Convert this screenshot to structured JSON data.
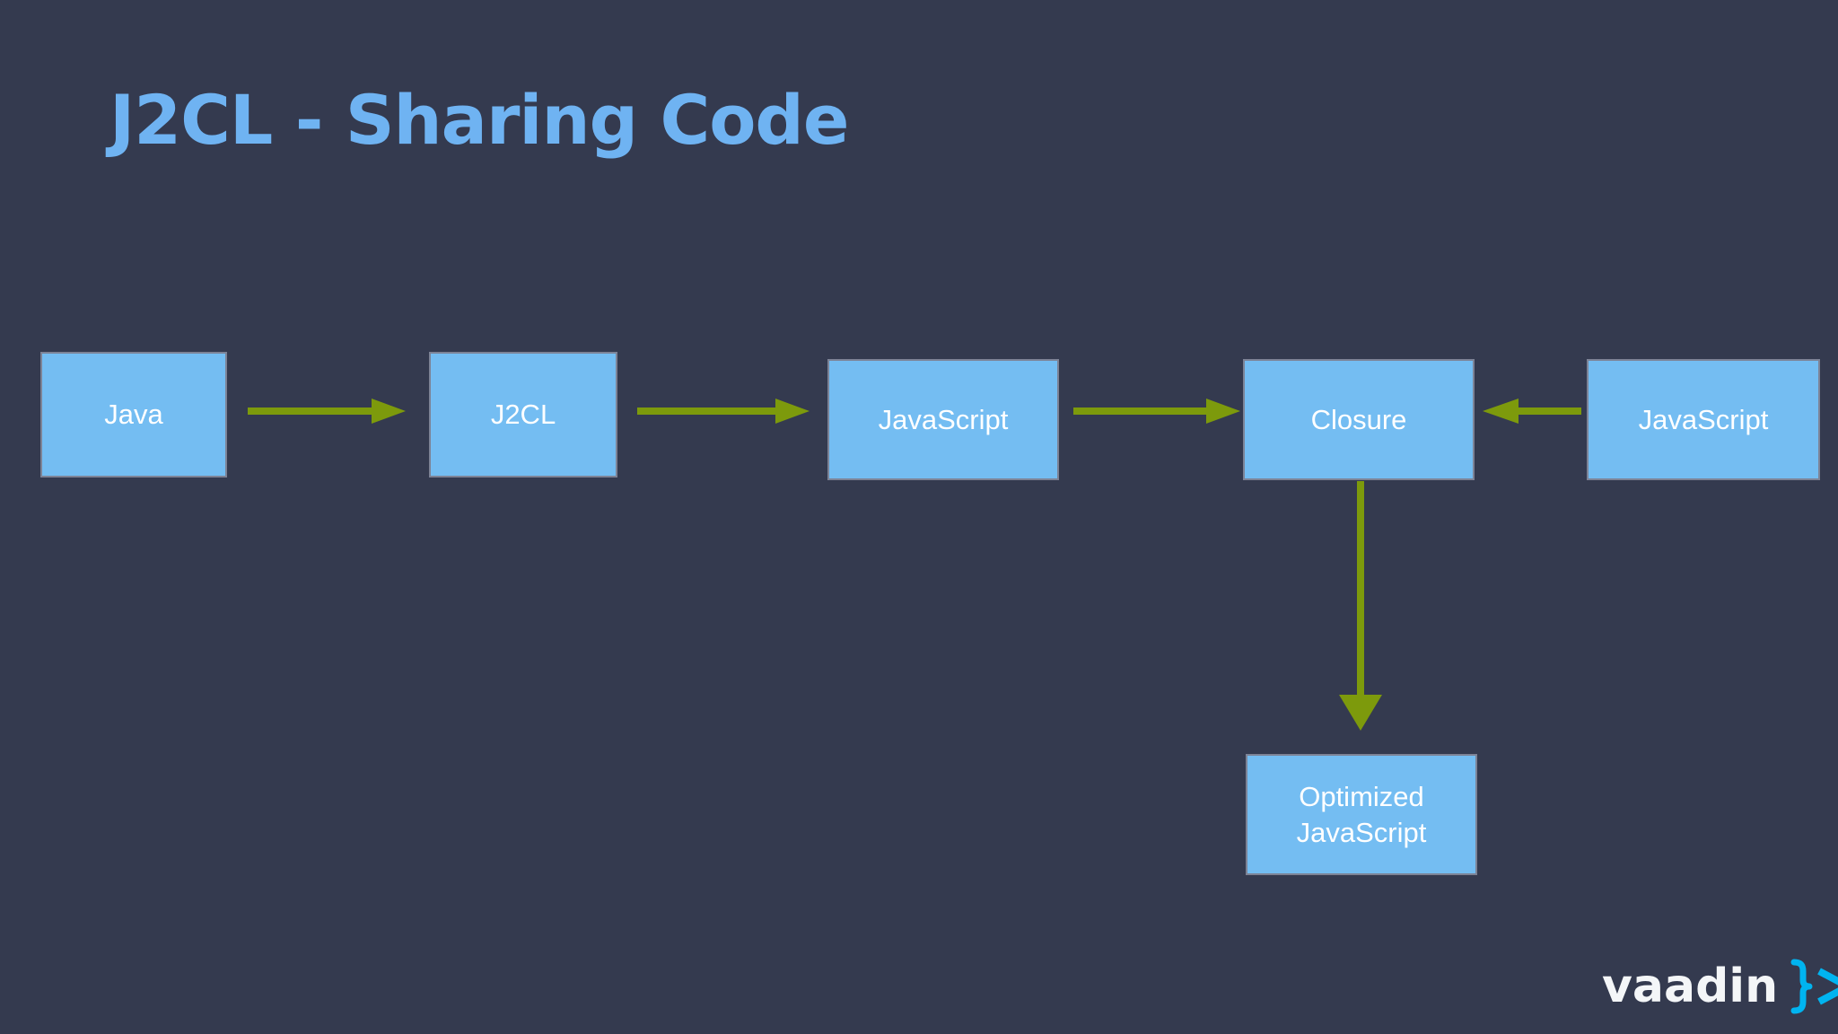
{
  "slide": {
    "title": "J2CL - Sharing Code",
    "background_color": "#343a4f",
    "title_color": "#6fb3f2"
  },
  "diagram": {
    "box_fill_color": "#74bdf2",
    "box_border_color": "#7d8396",
    "box_text_color": "#ffffff",
    "arrow_color": "#7d9a0c",
    "nodes": [
      {
        "id": "java",
        "label": "Java"
      },
      {
        "id": "j2cl",
        "label": "J2CL"
      },
      {
        "id": "javascript",
        "label": "JavaScript"
      },
      {
        "id": "closure",
        "label": "Closure"
      },
      {
        "id": "javascript_right",
        "label": "JavaScript"
      },
      {
        "id": "optimized",
        "label": "Optimized\nJavaScript"
      }
    ],
    "edges": [
      {
        "id": "java-j2cl",
        "from": "Java",
        "to": "J2CL",
        "direction": "right"
      },
      {
        "id": "j2cl-js",
        "from": "J2CL",
        "to": "JavaScript",
        "direction": "right"
      },
      {
        "id": "js-closure",
        "from": "JavaScript",
        "to": "Closure",
        "direction": "right"
      },
      {
        "id": "jsright-closure",
        "from": "JavaScript",
        "to": "Closure",
        "direction": "left"
      },
      {
        "id": "closure-opt",
        "from": "Closure",
        "to": "Optimized JavaScript",
        "direction": "down"
      }
    ]
  },
  "branding": {
    "wordmark": "vaadin",
    "mark_glyph": "}>",
    "mark_color": "#00b4f0",
    "wordmark_color": "#f4f6f8"
  }
}
